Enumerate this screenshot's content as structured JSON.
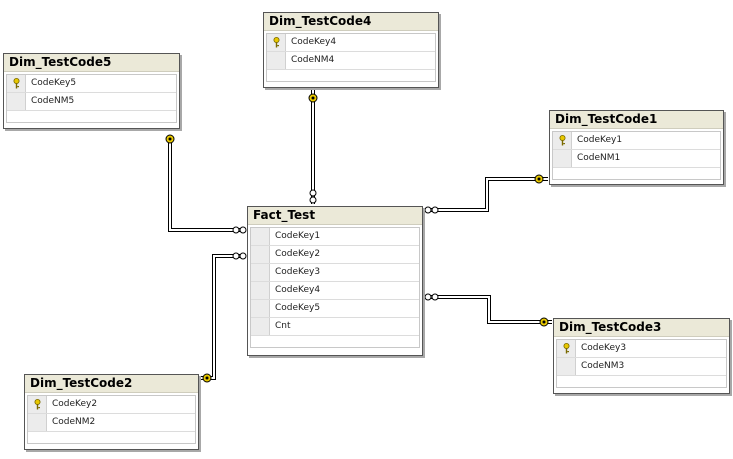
{
  "diagram": {
    "tables": {
      "dim5": {
        "title": "Dim_TestCode5",
        "columns": [
          "CodeKey5",
          "CodeNM5"
        ]
      },
      "dim4": {
        "title": "Dim_TestCode4",
        "columns": [
          "CodeKey4",
          "CodeNM4"
        ]
      },
      "dim1": {
        "title": "Dim_TestCode1",
        "columns": [
          "CodeKey1",
          "CodeNM1"
        ]
      },
      "fact": {
        "title": "Fact_Test",
        "columns": [
          "CodeKey1",
          "CodeKey2",
          "CodeKey3",
          "CodeKey4",
          "CodeKey5",
          "Cnt"
        ]
      },
      "dim3": {
        "title": "Dim_TestCode3",
        "columns": [
          "CodeKey3",
          "CodeNM3"
        ]
      },
      "dim2": {
        "title": "Dim_TestCode2",
        "columns": [
          "CodeKey2",
          "CodeNM2"
        ]
      }
    },
    "relationships": [
      {
        "from": "Dim_TestCode5",
        "to": "Fact_Test"
      },
      {
        "from": "Dim_TestCode4",
        "to": "Fact_Test"
      },
      {
        "from": "Dim_TestCode1",
        "to": "Fact_Test"
      },
      {
        "from": "Dim_TestCode3",
        "to": "Fact_Test"
      },
      {
        "from": "Dim_TestCode2",
        "to": "Fact_Test"
      }
    ],
    "colors": {
      "key_icon": "#e8c800",
      "title_bar": "#ebe9d8",
      "connector": "#000000"
    }
  }
}
